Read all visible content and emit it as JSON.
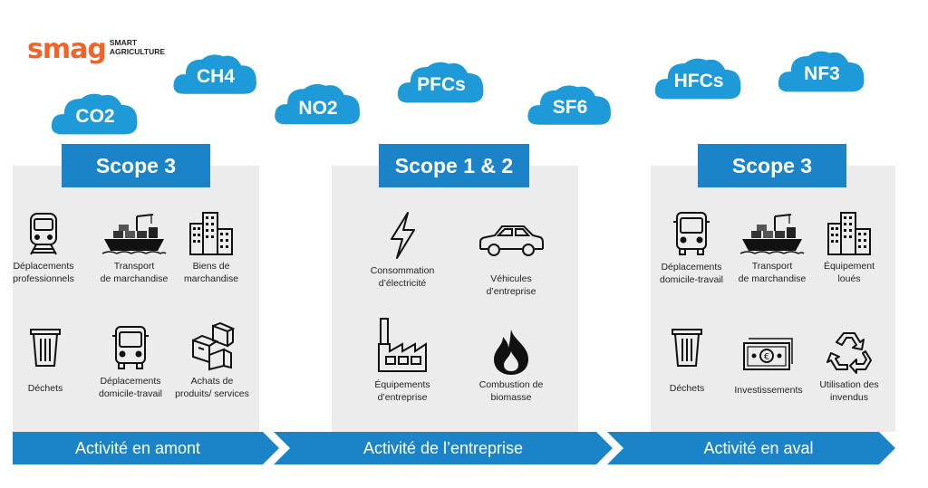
{
  "logo": {
    "word": "smag",
    "sub1": "SMART",
    "sub2": "AGRICULTURE"
  },
  "clouds": [
    "CO2",
    "CH4",
    "NO2",
    "PFCs",
    "SF6",
    "HFCs",
    "NF3"
  ],
  "colors": {
    "primary": "#1b84c9",
    "cloud": "#1e9ad9",
    "panel": "#ececec",
    "logo": "#f0642b"
  },
  "sections": [
    {
      "scope": "Scope 3",
      "activity": "Activité en amont",
      "items": [
        {
          "icon": "train-icon",
          "label": "Déplacements\nprofessionnels"
        },
        {
          "icon": "cargo-ship-icon",
          "label": "Transport\nde marchandise"
        },
        {
          "icon": "buildings-icon",
          "label": "Biens de\nmarchandise"
        },
        {
          "icon": "trash-bin-icon",
          "label": "Déchets"
        },
        {
          "icon": "bus-icon",
          "label": "Déplacements\ndomicile-travail"
        },
        {
          "icon": "boxes-icon",
          "label": "Achats de\nproduits/ services"
        }
      ]
    },
    {
      "scope": "Scope 1 & 2",
      "activity": "Activité de l’entreprise",
      "items": [
        {
          "icon": "lightning-icon",
          "label": "Consommation\nd’électricité"
        },
        {
          "icon": "car-icon",
          "label": "Véhicules\nd’entreprise"
        },
        {
          "icon": "factory-icon",
          "label": "Équipements\nd’entreprise"
        },
        {
          "icon": "flame-icon",
          "label": "Combustion de\nbiomasse"
        }
      ]
    },
    {
      "scope": "Scope 3",
      "activity": "Activité en aval",
      "items": [
        {
          "icon": "bus-icon",
          "label": "Déplacements\ndomicile-travail"
        },
        {
          "icon": "cargo-ship-icon",
          "label": "Transport\nde marchandise"
        },
        {
          "icon": "buildings-icon",
          "label": "Équipement\nloués"
        },
        {
          "icon": "trash-bin-icon",
          "label": "Déchets"
        },
        {
          "icon": "banknote-icon",
          "label": "Investissements"
        },
        {
          "icon": "recycle-icon",
          "label": "Utilisation des\ninvendus"
        }
      ]
    }
  ]
}
